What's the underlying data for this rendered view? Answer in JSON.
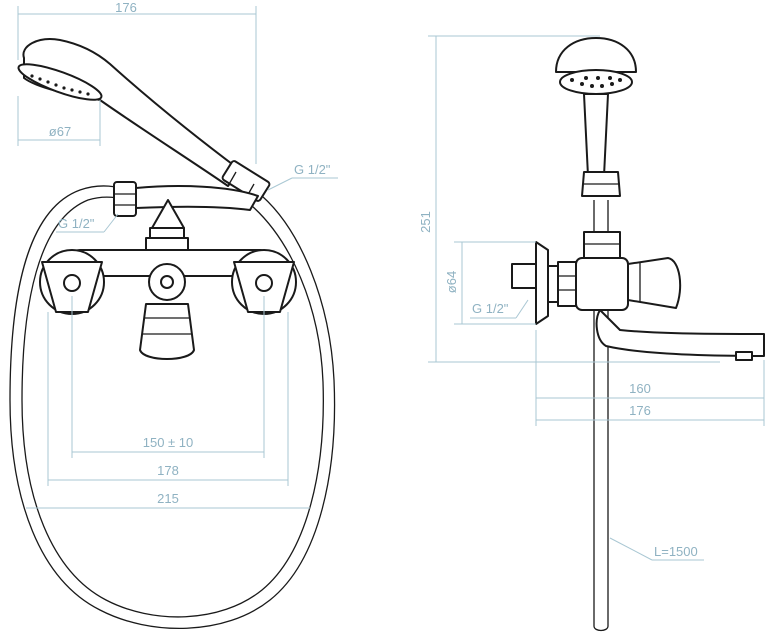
{
  "dimensions": {
    "top_width": "176",
    "head_diameter": "ø67",
    "hose_connection_thread": "G 1/2\"",
    "inlet_thread_front": "G 1/2\"",
    "centers": "150 ± 10",
    "width_178": "178",
    "width_215": "215",
    "height": "251",
    "flange_diameter": "ø64",
    "inlet_thread_side": "G 1/2\"",
    "spout_160": "160",
    "spout_176": "176",
    "hose_length": "L=1500"
  },
  "colors": {
    "dimension": "#8fb2c2",
    "line": "#1a1a1a"
  }
}
